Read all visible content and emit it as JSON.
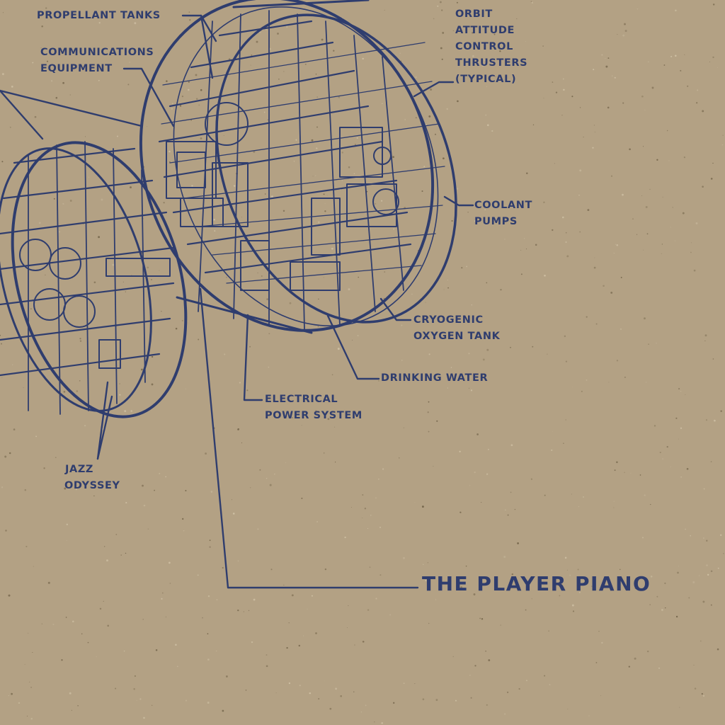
{
  "colors": {
    "paper": "#b3a184",
    "ink": "#2f3d6e",
    "speck_dark": "#5f5138",
    "speck_light": "#d9ccb0"
  },
  "labels": {
    "propellant_tanks": "PROPELLANT TANKS",
    "communications": [
      "COMMUNICATIONS",
      "EQUIPMENT"
    ],
    "orbit_thrusters": [
      "ORBIT",
      "ATTITUDE",
      "CONTROL",
      "THRUSTERS",
      "(TYPICAL)"
    ],
    "coolant_pumps": [
      "COOLANT",
      "PUMPS"
    ],
    "cryogenic": [
      "CRYOGENIC",
      "OXYGEN TANK"
    ],
    "drinking_water": "DRINKING WATER",
    "electrical": [
      "ELECTRICAL",
      "POWER SYSTEM"
    ],
    "jazz_odyssey": [
      "JAZZ",
      "ODYSSEY"
    ]
  },
  "title": "THE PLAYER PIANO"
}
